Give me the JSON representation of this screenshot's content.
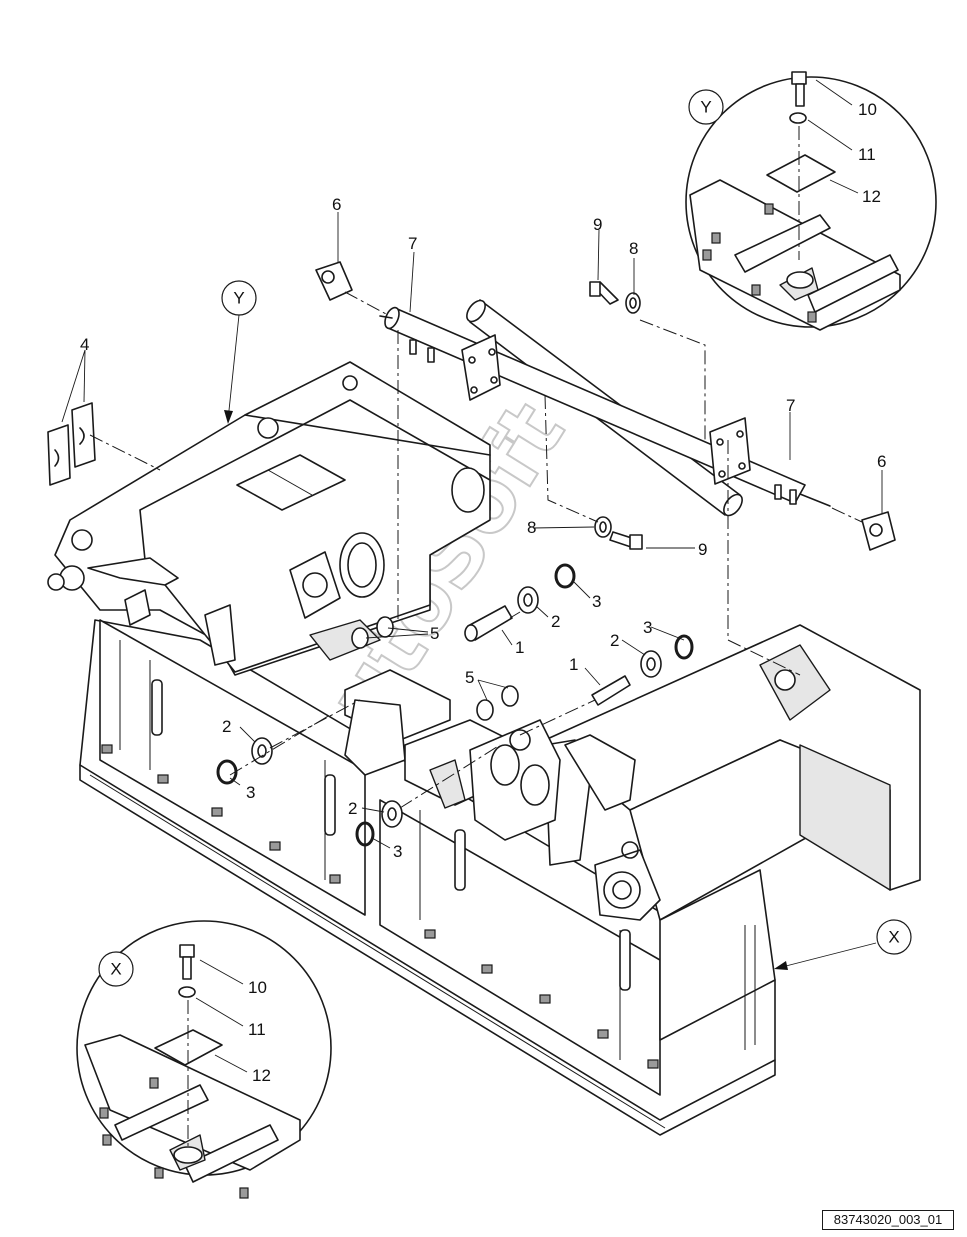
{
  "diagram": {
    "part_labels": {
      "pin_left": "1",
      "pin_right": "1",
      "washer_upper": "2",
      "washer_right": "2",
      "washer_lower_left": "2",
      "washer_lower_mid": "2",
      "ring_upper": "3",
      "ring_right": "3",
      "ring_lower_left": "3",
      "ring_lower_mid": "3",
      "clamp_halves": "4",
      "bushing_upper": "5",
      "bushing_lower": "5",
      "rod_end_left": "6",
      "rod_end_right": "6",
      "cylinder_left": "7",
      "cylinder_right": "7",
      "washer_top": "8",
      "washer_mid": "8",
      "bolt_top": "9",
      "bolt_mid": "9"
    },
    "detail_y": {
      "callout": "Y",
      "bolt": "10",
      "washer": "11",
      "plate": "12"
    },
    "detail_x": {
      "callout": "X",
      "bolt": "10",
      "washer": "11",
      "plate": "12"
    },
    "callout_y_main": "Y",
    "callout_x_main": "X",
    "watermark": "AutoSoft",
    "drawing_id": "83743020_003_01"
  }
}
